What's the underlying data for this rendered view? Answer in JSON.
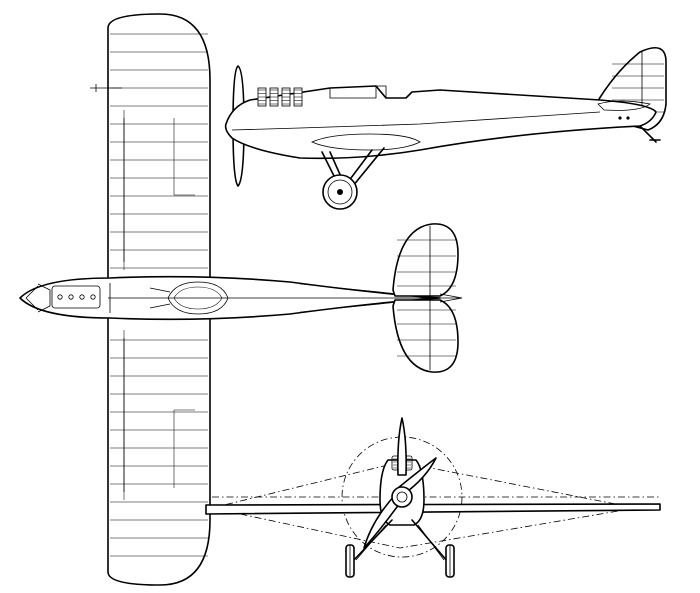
{
  "figure": {
    "views": [
      "side-elevation",
      "plan",
      "front-elevation"
    ],
    "style": "black line drawing on white"
  }
}
